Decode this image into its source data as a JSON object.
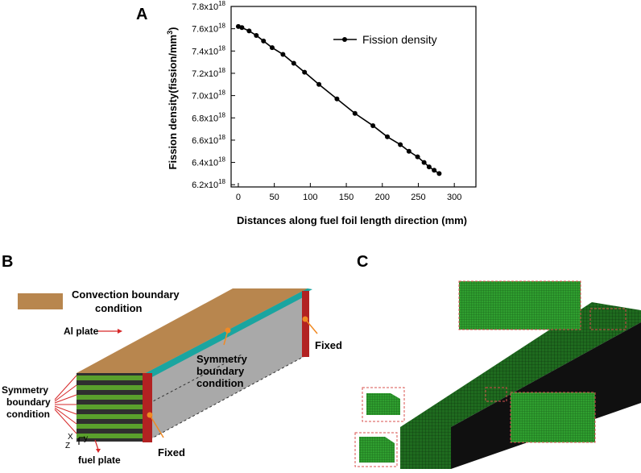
{
  "panel_a": {
    "letter": "A",
    "ylabel": "Fission density(fission/mm",
    "ylabel_sup": "3",
    "ylabel_end": ")",
    "xlabel": "Distances along fuel foil length direction (mm)",
    "legend": "Fission density",
    "ytick_labels": [
      {
        "base": "6.2x10",
        "exp": "18"
      },
      {
        "base": "6.4x10",
        "exp": "18"
      },
      {
        "base": "6.6x10",
        "exp": "18"
      },
      {
        "base": "6.8x10",
        "exp": "18"
      },
      {
        "base": "7.0x10",
        "exp": "18"
      },
      {
        "base": "7.2x10",
        "exp": "18"
      },
      {
        "base": "7.4x10",
        "exp": "18"
      },
      {
        "base": "7.6x10",
        "exp": "18"
      },
      {
        "base": "7.8x10",
        "exp": "18"
      }
    ],
    "xtick_labels": [
      "0",
      "50",
      "100",
      "150",
      "200",
      "250",
      "300"
    ]
  },
  "panel_b": {
    "letter": "B",
    "convection_label_1": "Convection boundary",
    "convection_label_2": "condition",
    "al_plate": "Al plate",
    "symmetry_top_1": "Symmetry",
    "symmetry_top_2": "boundary",
    "symmetry_top_3": "condition",
    "symmetry_left_1": "Symmetry",
    "symmetry_left_2": "boundary",
    "symmetry_left_3": "condition",
    "fixed_right": "Fixed",
    "fixed_bottom": "Fixed",
    "fuel_plate": "fuel plate",
    "axis_x": "X",
    "axis_y": "y",
    "axis_z": "Z",
    "colors": {
      "convection": "#b8864e",
      "fixed": "#b22222",
      "symmetry": "#1aa5a0",
      "fuel": "#5aa02c",
      "al": "#a9a9a9"
    }
  },
  "panel_c": {
    "letter": "C",
    "colors": {
      "mesh": "#2f9e2f",
      "inset_border": "#d9534f"
    }
  },
  "chart_data": {
    "type": "line",
    "title": "",
    "xlabel": "Distances along fuel foil length direction (mm)",
    "ylabel": "Fission density(fission/mm3)",
    "xlim": [
      -10,
      330
    ],
    "ylim": [
      6.18e+18,
      7.8e+18
    ],
    "grid": false,
    "legend_position": "top-right",
    "series": [
      {
        "name": "Fission density",
        "x": [
          0,
          5,
          15,
          25,
          35,
          47,
          62,
          77,
          92,
          112,
          137,
          162,
          187,
          207,
          225,
          237,
          249,
          258,
          265,
          272,
          279
        ],
        "y": [
          7.62e+18,
          7.61e+18,
          7.58e+18,
          7.54e+18,
          7.49e+18,
          7.43e+18,
          7.37e+18,
          7.29e+18,
          7.21e+18,
          7.1e+18,
          6.97e+18,
          6.84e+18,
          6.73e+18,
          6.63e+18,
          6.56e+18,
          6.5e+18,
          6.45e+18,
          6.4e+18,
          6.36e+18,
          6.33e+18,
          6.3e+18
        ]
      }
    ]
  }
}
